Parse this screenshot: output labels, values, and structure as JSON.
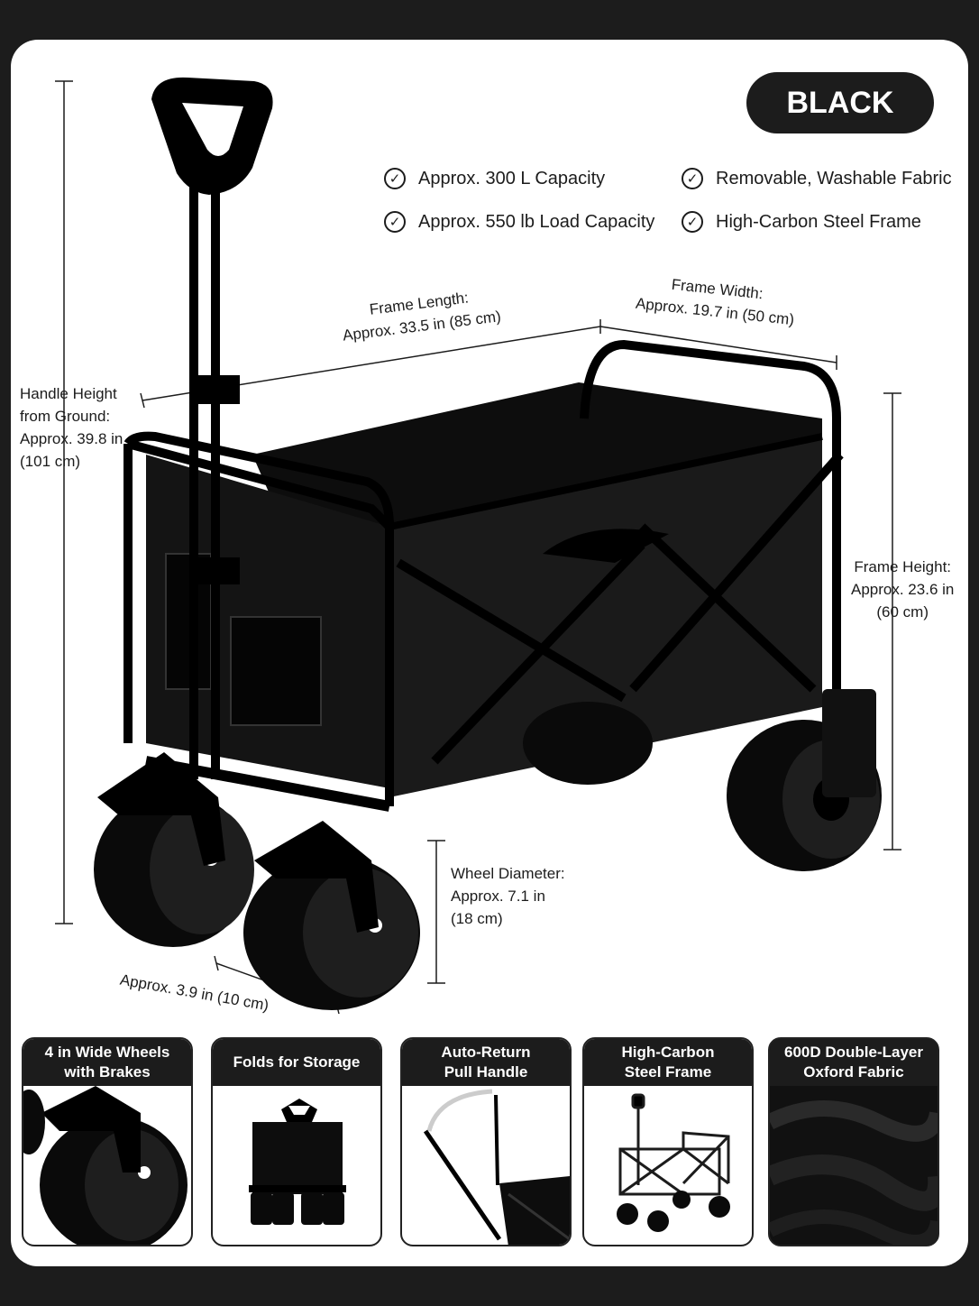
{
  "color_badge": "BLACK",
  "features": [
    "Approx. 300 L Capacity",
    "Removable, Washable Fabric",
    "Approx. 550 lb Load Capacity",
    "High-Carbon Steel Frame"
  ],
  "dimensions": {
    "frame_length": [
      "Frame Length:",
      "Approx. 33.5 in (85 cm)"
    ],
    "frame_width": [
      "Frame Width:",
      "Approx. 19.7 in (50 cm)"
    ],
    "handle_height": [
      "Handle Height",
      "from Ground:",
      "Approx. 39.8 in",
      "(101 cm)"
    ],
    "frame_height": [
      "Frame Height:",
      "Approx. 23.6 in",
      "(60 cm)"
    ],
    "wheel_diameter": [
      "Wheel Diameter:",
      "Approx. 7.1 in",
      "(18 cm)"
    ],
    "wheel_width": "Approx. 3.9 in (10 cm)"
  },
  "thumbnails": [
    {
      "line1": "4 in Wide Wheels",
      "line2": "with Brakes"
    },
    {
      "line1": "Folds for Storage",
      "line2": ""
    },
    {
      "line1": "Auto-Return",
      "line2": "Pull Handle"
    },
    {
      "line1": "High-Carbon",
      "line2": "Steel Frame"
    },
    {
      "line1": "600D Double-Layer",
      "line2": "Oxford Fabric"
    }
  ],
  "colors": {
    "background": "#1c1c1c",
    "card": "#ffffff",
    "accent": "#1c1c1c"
  }
}
